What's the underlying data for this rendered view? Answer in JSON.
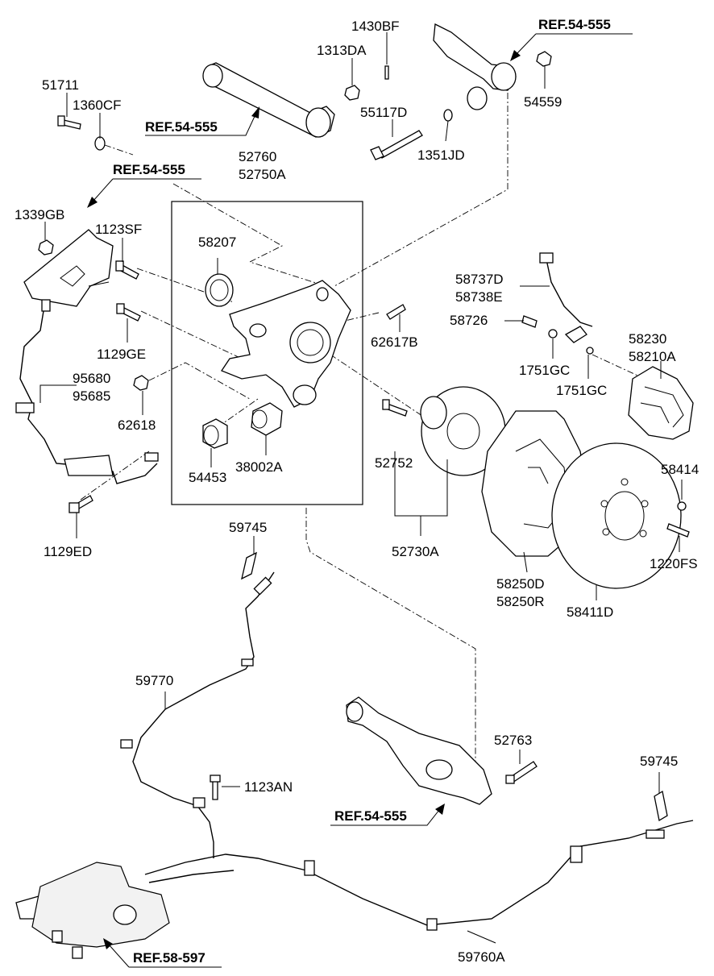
{
  "diagram": {
    "parts": {
      "p1430BF": "1430BF",
      "p1313DA": "1313DA",
      "p51711": "51711",
      "p1360CF": "1360CF",
      "p55117D": "55117D",
      "p1351JD": "1351JD",
      "p54559": "54559",
      "p52760": "52760",
      "p52750A": "52750A",
      "p1339GB": "1339GB",
      "p1123SF": "1123SF",
      "p58207": "58207",
      "p1129GE": "1129GE",
      "p62617B": "62617B",
      "p95680": "95680",
      "p95685": "95685",
      "p62618": "62618",
      "p54453": "54453",
      "p38002A": "38002A",
      "p1129ED": "1129ED",
      "p58737D": "58737D",
      "p58738E": "58738E",
      "p58726": "58726",
      "p1751GC_a": "1751GC",
      "p1751GC_b": "1751GC",
      "p58230": "58230",
      "p58210A": "58210A",
      "p52752": "52752",
      "p52730A": "52730A",
      "p58414": "58414",
      "p1220FS": "1220FS",
      "p58250D": "58250D",
      "p58250R": "58250R",
      "p58411D": "58411D",
      "p59745_a": "59745",
      "p59745_b": "59745",
      "p59770": "59770",
      "p52763": "52763",
      "p1123AN": "1123AN",
      "p59760A": "59760A"
    },
    "refs": {
      "ref_top_right": "REF.54-555",
      "ref_upper_arm": "REF.54-555",
      "ref_left": "REF.54-555",
      "ref_lower_arm": "REF.54-555",
      "ref_lever": "REF.58-597"
    }
  }
}
